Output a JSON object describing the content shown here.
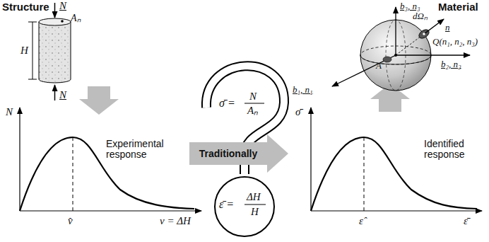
{
  "diagram": {
    "nodes": [
      {
        "text": [
          "Traditionally"
        ]
      }
    ],
    "labels": [
      "Structure",
      "N",
      "Aₙ",
      "H",
      "N",
      "N",
      "Experimental response",
      "v̂",
      "v = ΔH",
      "Material",
      "b₃, n₃",
      "dΩₙ",
      "n",
      "Q(n₁, n₂, n₃)",
      "A",
      "b₂, n₂",
      "b₁, n₁",
      "σ̄",
      "Identified response",
      "ε̂",
      "ε̄",
      "σ̄ =",
      "N",
      "Aₙ",
      "ε̄ =",
      "ΔH",
      "H"
    ]
  }
}
